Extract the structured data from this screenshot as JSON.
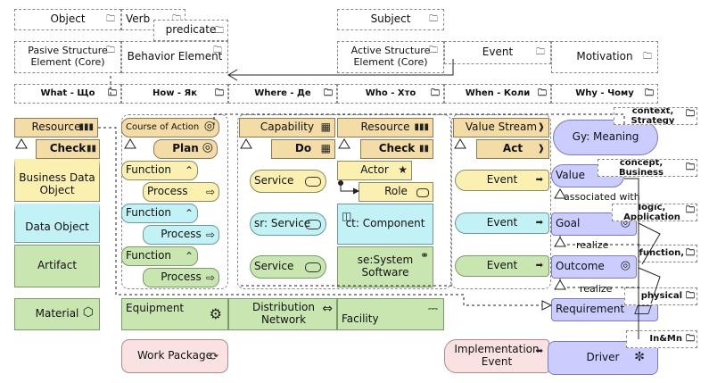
{
  "header": {
    "object": "Object",
    "verb": "Verb",
    "predicate": "predicate",
    "subject": "Subject",
    "passive": "Pasive Structure Element (Core)",
    "behavior": "Behavior  Element",
    "active": "Active Structure Element (Core)",
    "event": "Event",
    "motivation": "Motivation"
  },
  "columns": [
    "What - Що",
    "How - Як",
    "Where - Де",
    "Who - Хто",
    "When - Коли",
    "Why - Чому"
  ],
  "what": {
    "resource": "Resource",
    "check": "Check",
    "business_data_object": "Business Data Object",
    "data_object": "Data Object",
    "artifact": "Artifact",
    "material": "Material"
  },
  "how": {
    "course_of_action": "Course of Action",
    "plan": "Plan",
    "function1": "Function",
    "process1": "Process",
    "function2": "Function",
    "process2": "Process",
    "function3": "Function",
    "process3": "Process",
    "equipment": "Equipment",
    "work_package": "Work Package"
  },
  "where": {
    "capability": "Capability",
    "do": "Do",
    "service1": "Service",
    "service2": "sr: Service",
    "service3": "Service",
    "distribution_network": "Distribution Network"
  },
  "who": {
    "resource": "Resource",
    "check": "Check",
    "actor": "Actor",
    "role": "Role",
    "component": "ct: Component",
    "system_software": "se:System Software",
    "facility": "Facility"
  },
  "when": {
    "value_stream": "Value Stream",
    "act": "Act",
    "event1": "Event",
    "event2": "Event",
    "event3": "Event",
    "implementation_event": "Implementation Event"
  },
  "why": {
    "meaning": "Gy: Meaning",
    "value": "Value",
    "goal": "Goal",
    "outcome": "Outcome",
    "requirement": "Requirement",
    "driver": "Driver",
    "associated_with": "associated with",
    "realize1": "realize",
    "realize2": "realize"
  },
  "levels": {
    "context": "context, Strategy",
    "concept": "concept, Business",
    "logic": "logic, Application",
    "function": "function,",
    "physical": "physical",
    "in_mn": "In&Mn"
  }
}
